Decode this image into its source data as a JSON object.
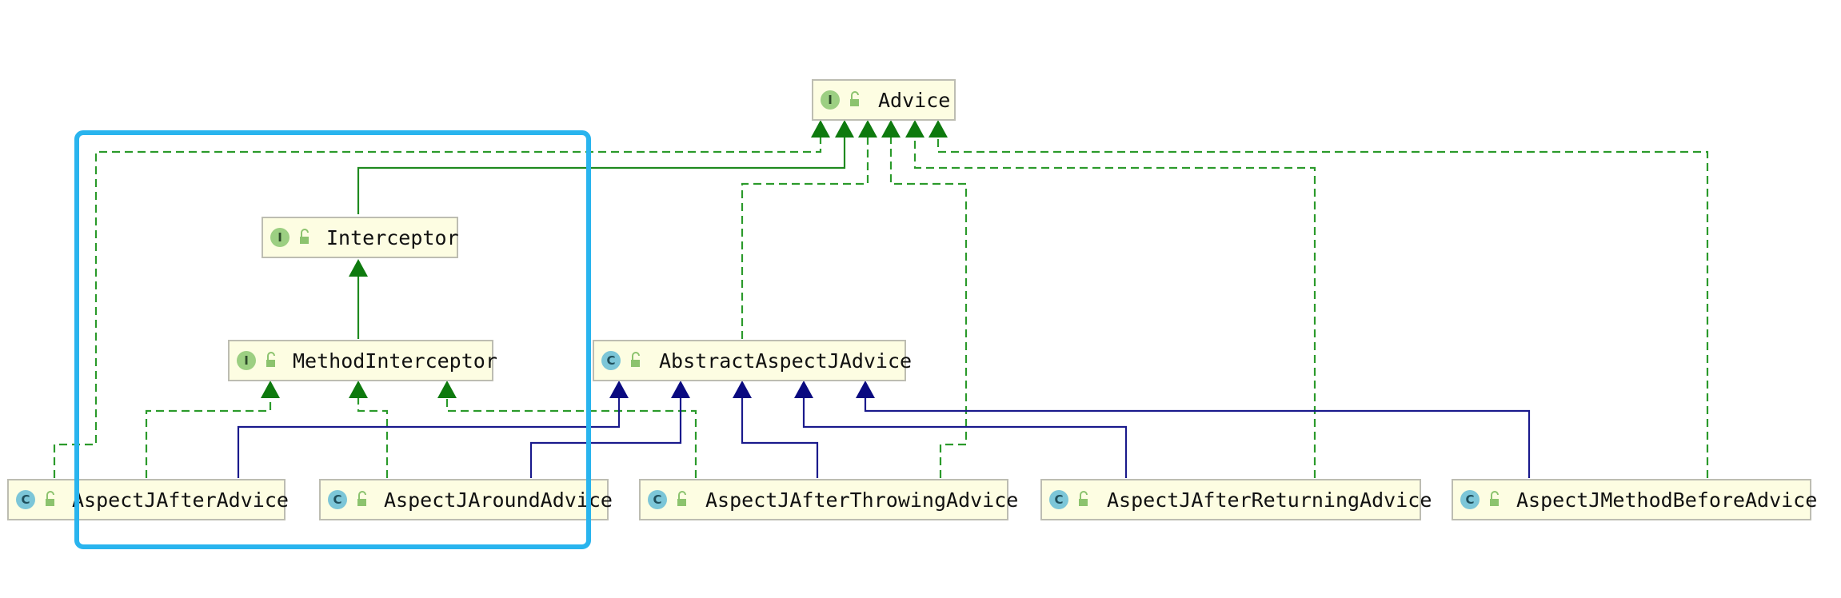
{
  "nodes": [
    {
      "id": "advice",
      "label": "Advice",
      "kind": "I"
    },
    {
      "id": "interceptor",
      "label": "Interceptor",
      "kind": "I"
    },
    {
      "id": "method-interceptor",
      "label": "MethodInterceptor",
      "kind": "I"
    },
    {
      "id": "abstract-aspectj-advice",
      "label": "AbstractAspectJAdvice",
      "kind": "C"
    },
    {
      "id": "aspectj-after-advice",
      "label": "AspectJAfterAdvice",
      "kind": "C"
    },
    {
      "id": "aspectj-around-advice",
      "label": "AspectJAroundAdvice",
      "kind": "C"
    },
    {
      "id": "aspectj-after-throwing-advice",
      "label": "AspectJAfterThrowingAdvice",
      "kind": "C"
    },
    {
      "id": "aspectj-after-returning-advice",
      "label": "AspectJAfterReturningAdvice",
      "kind": "C"
    },
    {
      "id": "aspectj-method-before-advice",
      "label": "AspectJMethodBeforeAdvice",
      "kind": "C"
    }
  ],
  "edges": [
    {
      "from": "interceptor",
      "to": "advice",
      "type": "extends-interface"
    },
    {
      "from": "method-interceptor",
      "to": "interceptor",
      "type": "extends-interface"
    },
    {
      "from": "abstract-aspectj-advice",
      "to": "advice",
      "type": "implements"
    },
    {
      "from": "aspectj-after-advice",
      "to": "advice",
      "type": "implements"
    },
    {
      "from": "aspectj-after-advice",
      "to": "method-interceptor",
      "type": "implements"
    },
    {
      "from": "aspectj-after-advice",
      "to": "abstract-aspectj-advice",
      "type": "extends-class"
    },
    {
      "from": "aspectj-around-advice",
      "to": "method-interceptor",
      "type": "implements"
    },
    {
      "from": "aspectj-around-advice",
      "to": "abstract-aspectj-advice",
      "type": "extends-class"
    },
    {
      "from": "aspectj-after-throwing-advice",
      "to": "method-interceptor",
      "type": "implements"
    },
    {
      "from": "aspectj-after-throwing-advice",
      "to": "advice",
      "type": "implements"
    },
    {
      "from": "aspectj-after-throwing-advice",
      "to": "abstract-aspectj-advice",
      "type": "extends-class"
    },
    {
      "from": "aspectj-after-returning-advice",
      "to": "advice",
      "type": "implements"
    },
    {
      "from": "aspectj-after-returning-advice",
      "to": "abstract-aspectj-advice",
      "type": "extends-class"
    },
    {
      "from": "aspectj-method-before-advice",
      "to": "advice",
      "type": "implements"
    },
    {
      "from": "aspectj-method-before-advice",
      "to": "abstract-aspectj-advice",
      "type": "extends-class"
    }
  ],
  "highlight": {
    "color": "#29b4ee",
    "covers": [
      "interceptor",
      "method-interceptor",
      "aspectj-after-advice",
      "aspectj-around-advice"
    ]
  },
  "colors": {
    "node_fill": "#fdfde2",
    "node_border": "#bdbdb2",
    "implements_line": "#2b9a2b",
    "interface_extends_line": "#1f8a1f",
    "class_extends_line": "#1a1a8c",
    "interface_badge": "#9ccf82",
    "class_badge": "#7cc6d8"
  },
  "icons": {
    "interface_badge": "interface-i-icon",
    "class_badge": "class-c-icon",
    "visibility": "public-lock-icon"
  }
}
